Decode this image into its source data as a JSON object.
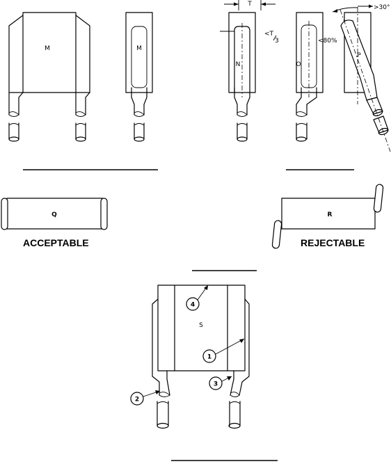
{
  "figure_1": {
    "letters": {
      "m_left": "M",
      "m_right": "M",
      "n": "N",
      "o": "O",
      "p": "P"
    },
    "dimensions": {
      "t": "T",
      "t_over_3_prefix": "<T",
      "t_over_3_den": "3",
      "pct": "<80%",
      "angle": ">30°"
    }
  },
  "figure_2": {
    "letters": {
      "q": "Q",
      "r": "R"
    },
    "captions": {
      "acceptable": "ACCEPTABLE",
      "rejectable": "REJECTABLE"
    }
  },
  "figure_3": {
    "letter": "S",
    "callouts": [
      "1",
      "2",
      "3",
      "4"
    ]
  }
}
